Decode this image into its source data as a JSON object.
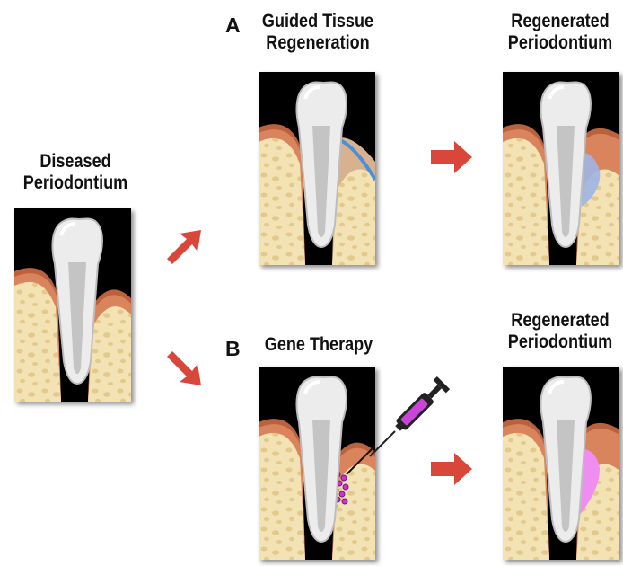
{
  "diseased": {
    "label_line1": "Diseased",
    "label_line2": "Periodontium"
  },
  "branch_a": {
    "letter": "A",
    "label_line1": "Guided Tissue",
    "label_line2": "Regeneration",
    "result_line1": "Regenerated",
    "result_line2": "Periodontium"
  },
  "branch_b": {
    "letter": "B",
    "label_line1": "Gene Therapy",
    "result_line1": "Regenerated",
    "result_line2": "Periodontium"
  },
  "colors": {
    "arrow": "#d8473a",
    "bone": "#f3e3b4",
    "bone_spots": "#e3c98c",
    "gum": "#d9845c",
    "gum_dark": "#b9623d",
    "tooth": "#e9e9e9",
    "pulp": "#bdbdbd",
    "membrane": "#4a90d9",
    "regenerated_a": "#9fb4e6",
    "regenerated_b": "#ee8ef0"
  }
}
